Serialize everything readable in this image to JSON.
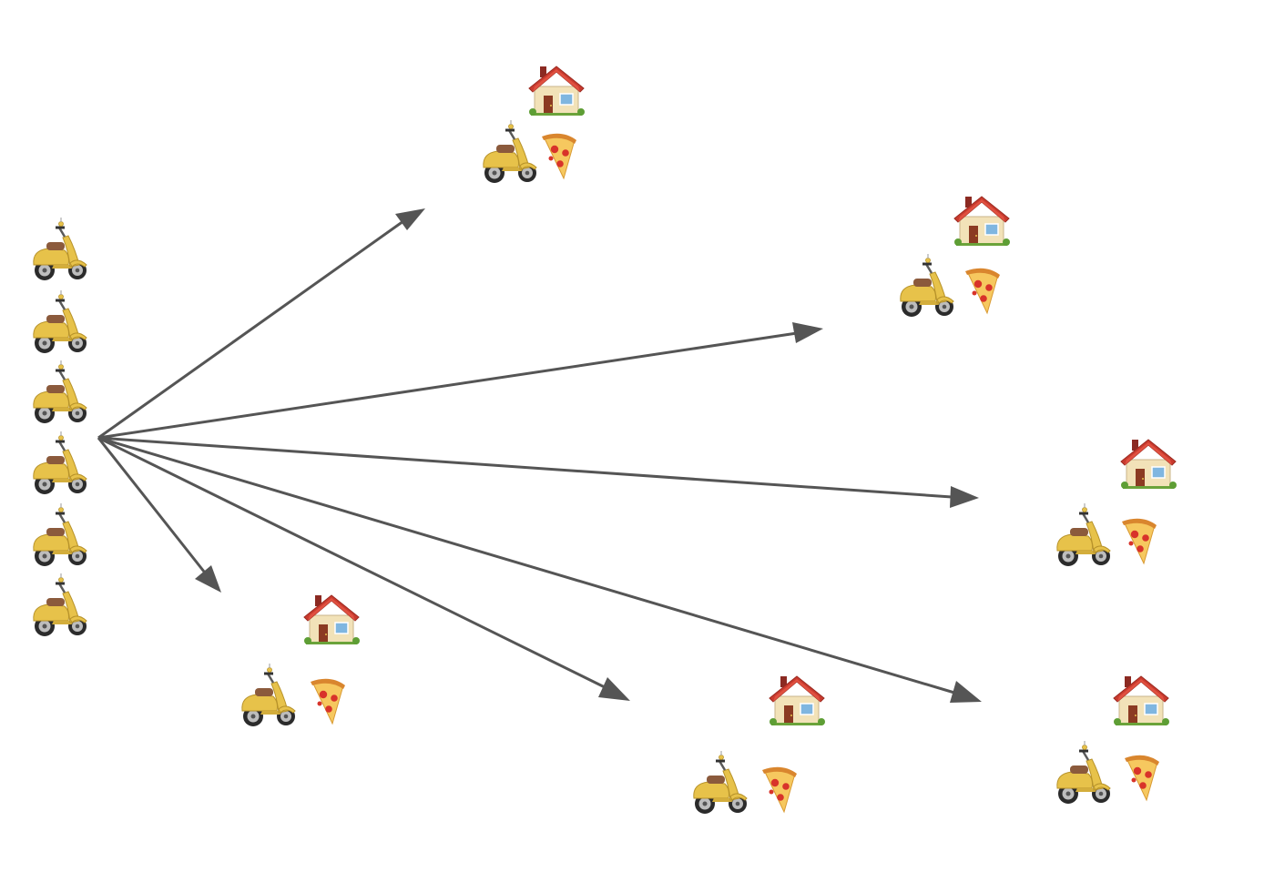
{
  "diagram": {
    "type": "dispatch-fan-out",
    "arrow_color": "#555555",
    "scooter_color": "#E7C24A",
    "roof_color": "#C83A2E",
    "pizza_color": "#E24A2B",
    "depot": {
      "icon": "scooter-icon",
      "count": 6
    },
    "destinations": [
      {
        "icons": [
          "house-icon",
          "scooter-icon",
          "pizza-icon"
        ]
      },
      {
        "icons": [
          "house-icon",
          "scooter-icon",
          "pizza-icon"
        ]
      },
      {
        "icons": [
          "house-icon",
          "scooter-icon",
          "pizza-icon"
        ]
      },
      {
        "icons": [
          "house-icon",
          "scooter-icon",
          "pizza-icon"
        ]
      },
      {
        "icons": [
          "house-icon",
          "scooter-icon",
          "pizza-icon"
        ]
      },
      {
        "icons": [
          "house-icon",
          "scooter-icon",
          "pizza-icon"
        ]
      }
    ],
    "arrow_count": 6
  }
}
